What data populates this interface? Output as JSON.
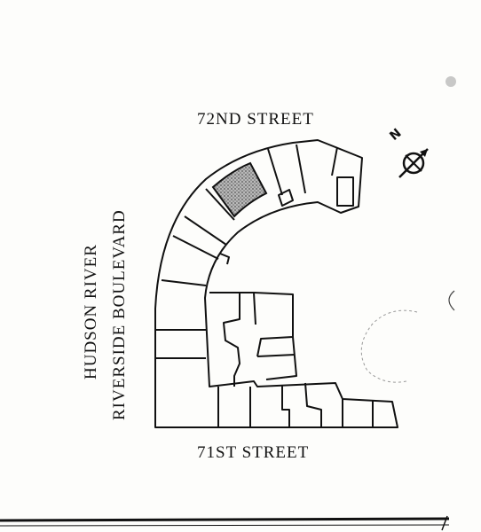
{
  "streets": {
    "north": "72ND STREET",
    "south": "71ST STREET",
    "west_river": "HUDSON RIVER",
    "west_boulevard": "RIVERSIDE BOULEVARD"
  },
  "compass": {
    "letter": "N",
    "icon": "compass-north-icon"
  },
  "colors": {
    "ink": "#111111",
    "highlight": "#8a8a8a",
    "paper": "#fdfdfb"
  }
}
